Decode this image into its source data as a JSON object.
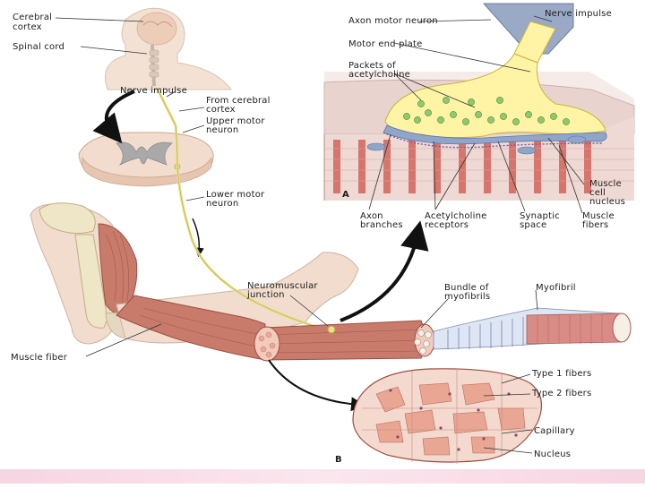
{
  "figure": {
    "colors": {
      "muscle": "#c97b6b",
      "muscle_dark": "#a5584a",
      "nerve": "#e8e08a",
      "skin": "#f1dccd",
      "bone": "#efe6c8",
      "spine_gray": "#b8b8b8",
      "panel_a_bg": "#e9d7d2",
      "vesicle": "#8fc96e",
      "cleft": "#8fa6c8",
      "bottom_band": "#f7d5e3"
    },
    "labels_left": {
      "cerebral_cortex": [
        "Cerebral",
        "cortex"
      ],
      "spinal_cord": "Spinal cord",
      "nerve_impulse": "Nerve impulse",
      "from_cerebral_cortex": [
        "From cerebral",
        "cortex"
      ],
      "upper_motor_neuron": [
        "Upper motor",
        "neuron"
      ],
      "lower_motor_neuron": [
        "Lower motor",
        "neuron"
      ],
      "muscle_fiber": "Muscle fiber"
    },
    "labels_panel_a": {
      "axon_motor_neuron": "Axon motor neuron",
      "nerve_impulse": "Nerve impulse",
      "motor_end_plate": "Motor end plate",
      "packets_of_acetylcholine": [
        "Packets of",
        "acetylcholine"
      ],
      "panel_letter": "A",
      "muscle_cell_nucleus": [
        "Muscle",
        "cell",
        "nucleus"
      ],
      "axon_branches": [
        "Axon",
        "branches"
      ],
      "acetylcholine_receptors": [
        "Acetylcholine",
        "receptors"
      ],
      "synaptic_space": [
        "Synaptic",
        "space"
      ],
      "muscle_fibers": [
        "Muscle",
        "fibers"
      ]
    },
    "labels_middle": {
      "neuromuscular_junction": [
        "Neuromuscular",
        "junction"
      ],
      "bundle_of_myofibrils": [
        "Bundle of",
        "myofibrils"
      ],
      "myofibril": "Myofibril"
    },
    "labels_panel_b": {
      "type1_fibers": "Type 1 fibers",
      "type2_fibers": "Type 2 fibers",
      "capillary": "Capillary",
      "nucleus": "Nucleus",
      "panel_letter": "B"
    }
  }
}
